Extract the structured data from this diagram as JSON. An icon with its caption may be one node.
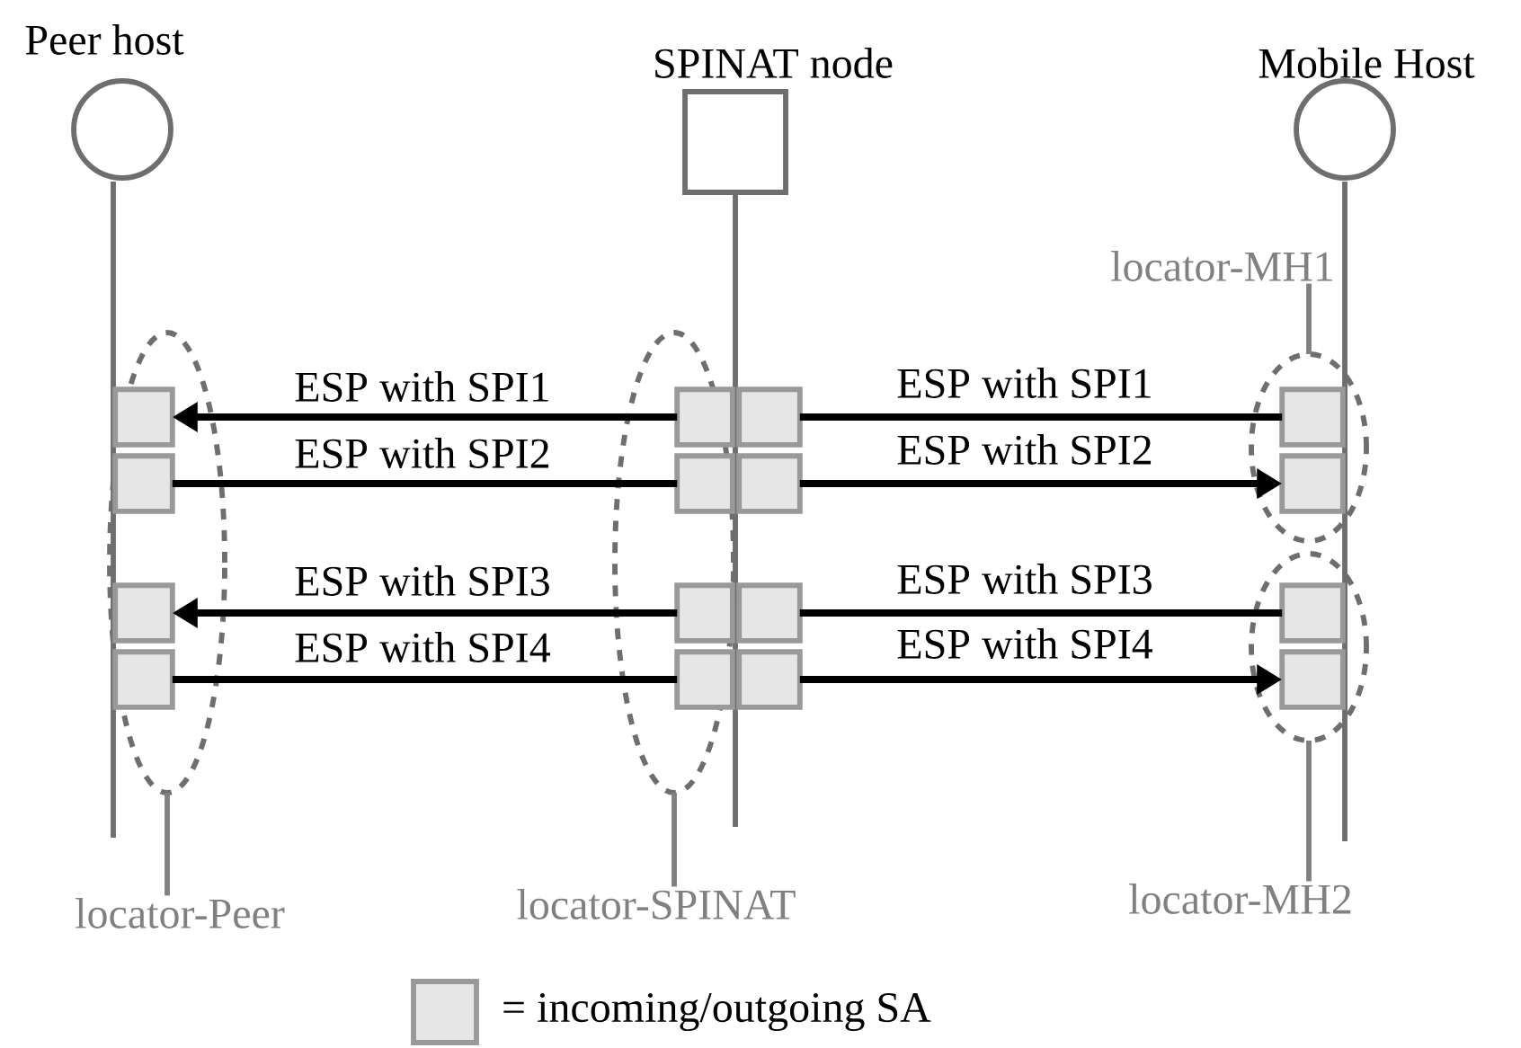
{
  "diagram": {
    "nodes": [
      {
        "text": [
          "Peer host"
        ]
      },
      {
        "text": [
          "SPINAT node"
        ]
      },
      {
        "text": [
          "Mobile Host"
        ]
      },
      {
        "text": [
          "locator-MH1"
        ]
      },
      {
        "text": [],
        "shape": "ellipse"
      },
      {
        "text": [],
        "shape": "ellipse"
      },
      {
        "text": [],
        "shape": "ellipse"
      },
      {
        "text": [],
        "shape": "ellipse"
      },
      {
        "text": [],
        "shape": "box",
        "in": 4
      },
      {
        "text": [],
        "shape": "box",
        "in": 4
      },
      {
        "text": [],
        "shape": "box",
        "in": 4
      },
      {
        "text": [],
        "shape": "box",
        "in": 4
      },
      {
        "text": [],
        "shape": "box",
        "in": 5
      },
      {
        "text": [],
        "shape": "box",
        "in": 5
      },
      {
        "text": [],
        "shape": "box",
        "in": 5
      },
      {
        "text": [],
        "shape": "box",
        "in": 5
      },
      {
        "text": [],
        "shape": "box"
      },
      {
        "text": [],
        "shape": "box"
      },
      {
        "text": [],
        "shape": "box"
      },
      {
        "text": [],
        "shape": "box"
      },
      {
        "text": [],
        "shape": "box",
        "in": 6
      },
      {
        "text": [],
        "shape": "box",
        "in": 6
      },
      {
        "text": [],
        "shape": "box",
        "in": 7
      },
      {
        "text": [],
        "shape": "box",
        "in": 7
      },
      {
        "text": [
          "locator-Peer"
        ]
      },
      {
        "text": [
          "locator-SPINAT"
        ]
      },
      {
        "text": [
          "locator-MH2"
        ]
      }
    ],
    "edges": [
      {
        "from": 12,
        "to": 8,
        "arrow": "to",
        "label": "ESP with SPI1"
      },
      {
        "from": 20,
        "to": 16,
        "arrow": "none",
        "label": "ESP with SPI1"
      },
      {
        "from": 9,
        "to": 13,
        "arrow": "none",
        "label": "ESP with SPI2"
      },
      {
        "from": 17,
        "to": 21,
        "arrow": "to",
        "label": "ESP with SPI2"
      },
      {
        "from": 14,
        "to": 10,
        "arrow": "to",
        "label": "ESP with SPI3"
      },
      {
        "from": 22,
        "to": 18,
        "arrow": "none",
        "label": "ESP with SPI3"
      },
      {
        "from": 11,
        "to": 15,
        "arrow": "none",
        "label": "ESP with SPI4"
      },
      {
        "from": 19,
        "to": 23,
        "arrow": "to",
        "label": "ESP with SPI4"
      },
      {
        "from": 3,
        "to": 6,
        "arrow": "none",
        "color": "#808080"
      },
      {
        "from": 24,
        "to": 4,
        "arrow": "none",
        "color": "#808080"
      },
      {
        "from": 25,
        "to": 5,
        "arrow": "none",
        "color": "#808080"
      },
      {
        "from": 26,
        "to": 7,
        "arrow": "none",
        "color": "#808080"
      }
    ],
    "legend": [
      {
        "text": "= incoming/outgoing SA",
        "color": "#e6e6e6"
      }
    ]
  }
}
